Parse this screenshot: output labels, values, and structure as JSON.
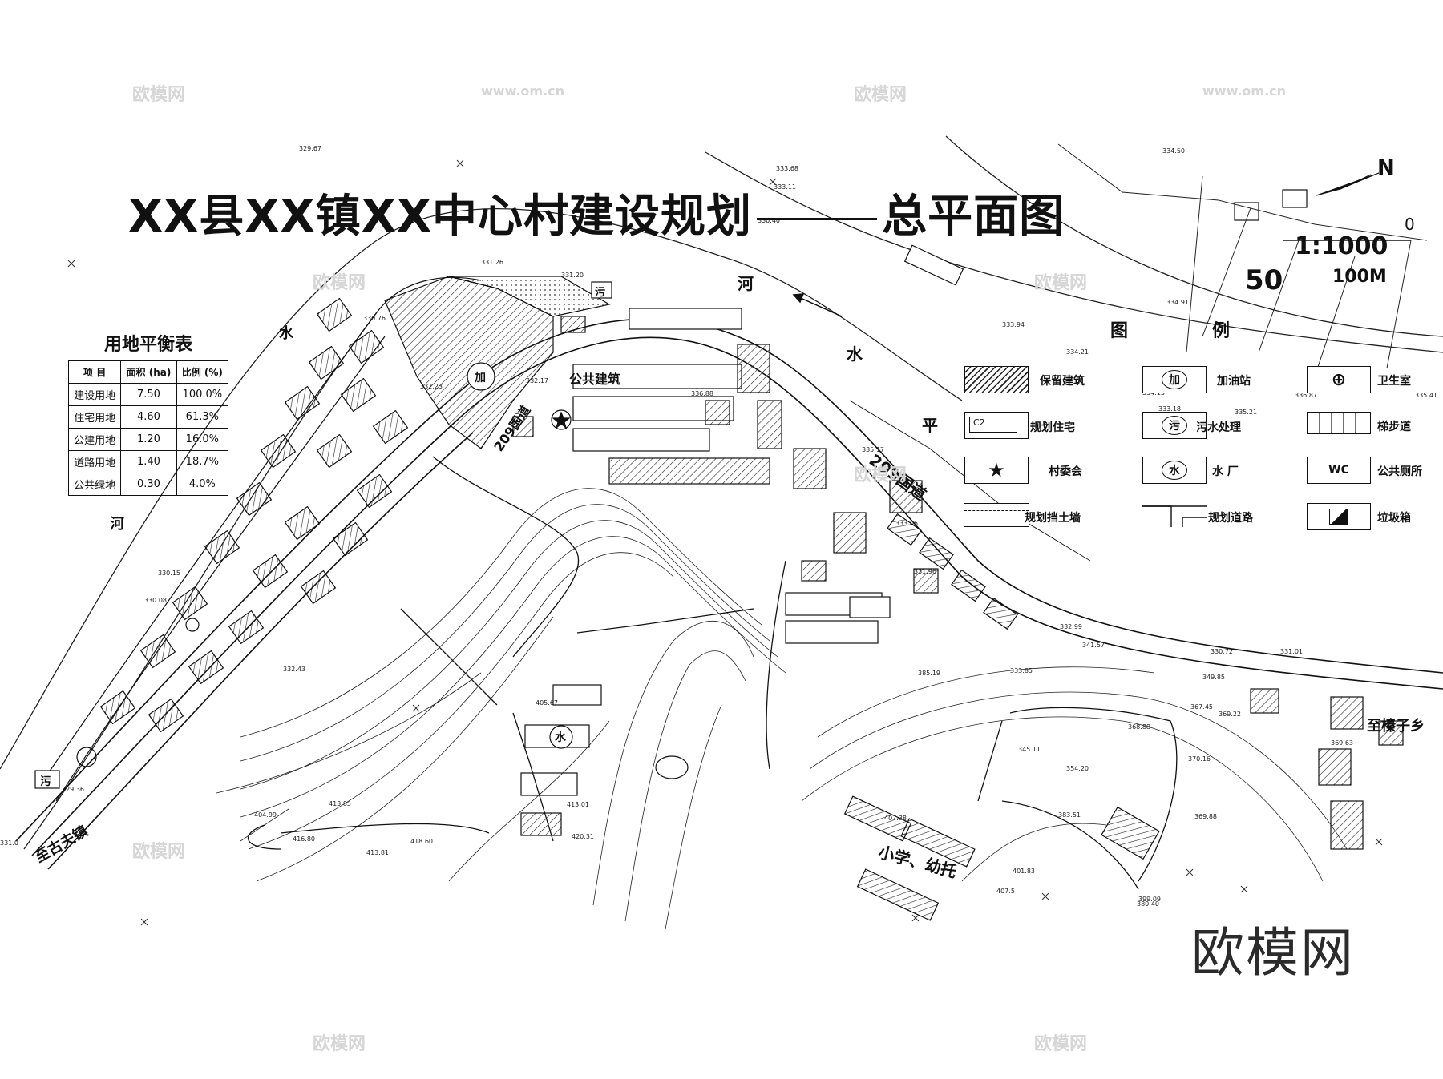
{
  "title": {
    "main": "XX县XX镇XX中心村建设规划",
    "sub": "总平面图"
  },
  "north_arrow": {
    "label": "N"
  },
  "scale": {
    "ratio": "1:1000",
    "tick_0": "0",
    "tick_50": "50",
    "tick_100": "100M"
  },
  "land_balance": {
    "caption": "用地平衡表",
    "headers": [
      "项 目",
      "面积 (ha)",
      "比例 (%)"
    ],
    "rows": [
      [
        "建设用地",
        "7.50",
        "100.0%"
      ],
      [
        "住宅用地",
        "4.60",
        "61.3%"
      ],
      [
        "公建用地",
        "1.20",
        "16.0%"
      ],
      [
        "道路用地",
        "1.40",
        "18.7%"
      ],
      [
        "公共绿地",
        "0.30",
        "4.0%"
      ]
    ]
  },
  "legend": {
    "title_left": "图",
    "title_right": "例",
    "items": [
      {
        "symbol": "hatch",
        "label": "保留建筑"
      },
      {
        "symbol": "text",
        "symbol_text": "C2",
        "label": "规划住宅"
      },
      {
        "symbol": "star",
        "label": "村委会"
      },
      {
        "symbol": "wall",
        "label": "规划挡土墙"
      },
      {
        "symbol": "circle-text",
        "symbol_text": "加",
        "label": "加油站"
      },
      {
        "symbol": "circle-text",
        "symbol_text": "污",
        "label": "污水处理"
      },
      {
        "symbol": "circle-text",
        "symbol_text": "水",
        "label": "水 厂"
      },
      {
        "symbol": "road",
        "label": "规划道路"
      },
      {
        "symbol": "circle-plus",
        "label": "卫生室"
      },
      {
        "symbol": "stairs",
        "label": "梯步道"
      },
      {
        "symbol": "text",
        "symbol_text": "WC",
        "label": "公共厕所"
      },
      {
        "symbol": "bin",
        "label": "垃圾箱"
      }
    ]
  },
  "map_labels": {
    "river_1": "河",
    "river_2": "水",
    "river_3": "平",
    "river_left_1": "水",
    "river_left_2": "河",
    "road_209_a": "209国道",
    "road_209_b": "209国道",
    "public_building": "公共建筑",
    "to_gufu": "至古夫镇",
    "to_zhenzi": "至榛子乡",
    "school": "小学、幼托",
    "water_plant": "水",
    "gas_station": "加",
    "sewage": "污",
    "sewage_2": "污"
  },
  "elevations": [
    "329.67",
    "333.68",
    "334.50",
    "331.26",
    "331.20",
    "333.11",
    "330.40",
    "333.94",
    "334.21",
    "334.13",
    "336.87",
    "335.41",
    "334.91",
    "333.18",
    "335.21",
    "330.76",
    "330.15",
    "330.08",
    "329.36",
    "331.0",
    "332.43",
    "332.23",
    "332.17",
    "336.88",
    "335.17",
    "333.06",
    "331.96",
    "332.99",
    "341.57",
    "330.72",
    "331.01",
    "349.85",
    "367.45",
    "369.22",
    "368.88",
    "370.16",
    "369.63",
    "369.88",
    "380.40",
    "399.09",
    "407.5",
    "401.83",
    "407.38",
    "404.99",
    "413.81",
    "416.80",
    "418.60",
    "413.85",
    "420.31",
    "413.01",
    "405.67",
    "385.19",
    "333.85",
    "345.11",
    "354.20",
    "383.51"
  ],
  "watermarks": [
    "欧模网",
    "www.om.cn"
  ],
  "brand": "欧模网"
}
